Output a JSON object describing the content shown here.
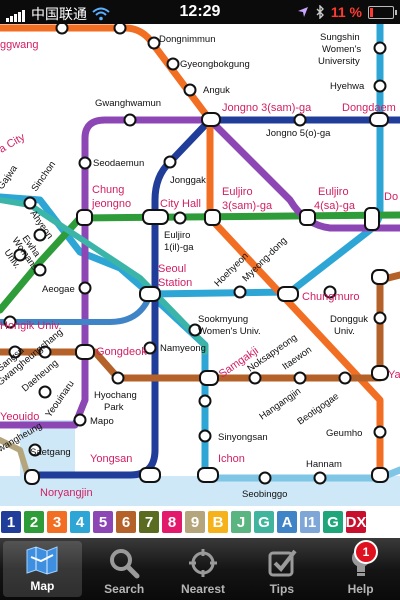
{
  "status_bar": {
    "carrier": "中国联通",
    "time": "12:29",
    "battery": "11 %"
  },
  "map": {
    "labels": {
      "ggwang": "ggwang",
      "dongnimmun": "Dongnimmun",
      "gyeongbokgung": "Gyeongbokgung",
      "anguk": "Anguk",
      "sungshin1": "Sungshin",
      "sungshin2": "Women's",
      "sungshin3": "University",
      "hyehwa": "Hyehwa",
      "gwanghwamun": "Gwanghwamun",
      "jongno3": "Jongno 3(sam)-ga",
      "dongdaemun": "Dongdaem",
      "jongno5": "Jongno 5(o)-ga",
      "city_left": "a City",
      "seodaemun": "Seodaemun",
      "jonggak": "Jonggak",
      "euljiro3a": "Euljiro",
      "euljiro3b": "3(sam)-ga",
      "euljiro4a": "Euljiro",
      "euljiro4b": "4(sa)-ga",
      "do_right": "Do",
      "sinchon": "Sinchon",
      "gajwa": "Gajwa",
      "chungjeongno1": "Chung",
      "chungjeongno2": "jeongno",
      "cityhall": "City Hall",
      "ahyeon": "Ahyeon",
      "ewha1": "Ewha",
      "ewha2": "Womans",
      "ewha3": "Univ.",
      "euljiro1a": "Euljiro",
      "euljiro1b": "1(il)-ga",
      "myeongdong": "Myeong-dong",
      "hoehyeon": "Hoehyeon",
      "seoul1": "Seoul",
      "seoul2": "Station",
      "chungmuro": "Chungmuro",
      "aeogae": "Aeogae",
      "dongguk1": "Dongguk",
      "dongguk2": "Univ.",
      "hongik": "Hongik Univ.",
      "sookmyung1": "Sookmyung",
      "sookmyung2": "Women's Univ.",
      "gongdeok": "Gongdeok",
      "namyeong": "Namyeong",
      "samgakji": "Samgakji",
      "noksapyeong": "Noksapyeong",
      "itaewon": "Itaewon",
      "ya_right": "Ya",
      "sangsu": "Sangsu",
      "gwangheungchang": "Gwangheungchang",
      "daeheung": "Daeheung",
      "hyochang1": "Hyochang",
      "hyochang2": "Park",
      "hangangjin": "Hangangjin",
      "beotigogae": "Beotigogae",
      "yeouido": "Yeouido",
      "yeouinaru": "Yeouinaru",
      "mapo": "Mapo",
      "geumho": "Geumho",
      "sinyongsan": "Sinyongsan",
      "gwangheungchang2": "wangheung",
      "saetgang": "Saetgang",
      "yongsan": "Yongsan",
      "ichon": "Ichon",
      "hannam": "Hannam",
      "noryangjin": "Noryangjin",
      "seobinggo": "Seobinggo"
    }
  },
  "lines": [
    {
      "label": "1",
      "color": "#1f3d99"
    },
    {
      "label": "2",
      "color": "#2e9c39"
    },
    {
      "label": "3",
      "color": "#f26e22"
    },
    {
      "label": "4",
      "color": "#2ea6d5"
    },
    {
      "label": "5",
      "color": "#8c47b5"
    },
    {
      "label": "6",
      "color": "#b5622a"
    },
    {
      "label": "7",
      "color": "#5b6b1f"
    },
    {
      "label": "8",
      "color": "#e3196b"
    },
    {
      "label": "9",
      "color": "#b4a57d"
    },
    {
      "label": "B",
      "color": "#f5b21b"
    },
    {
      "label": "J",
      "color": "#5ab581"
    },
    {
      "label": "G",
      "color": "#41b49e"
    },
    {
      "label": "A",
      "color": "#3f84c6"
    },
    {
      "label": "I1",
      "color": "#7ea7d8"
    },
    {
      "label": "G",
      "color": "#1fa57a"
    },
    {
      "label": "DX",
      "color": "#c8102e"
    }
  ],
  "tabs": [
    {
      "label": "Map",
      "icon": "map-icon"
    },
    {
      "label": "Search",
      "icon": "search-icon"
    },
    {
      "label": "Nearest",
      "icon": "crosshair-icon"
    },
    {
      "label": "Tips",
      "icon": "checkbox-icon"
    },
    {
      "label": "Help",
      "icon": "lightbulb-icon",
      "badge": "1"
    }
  ]
}
